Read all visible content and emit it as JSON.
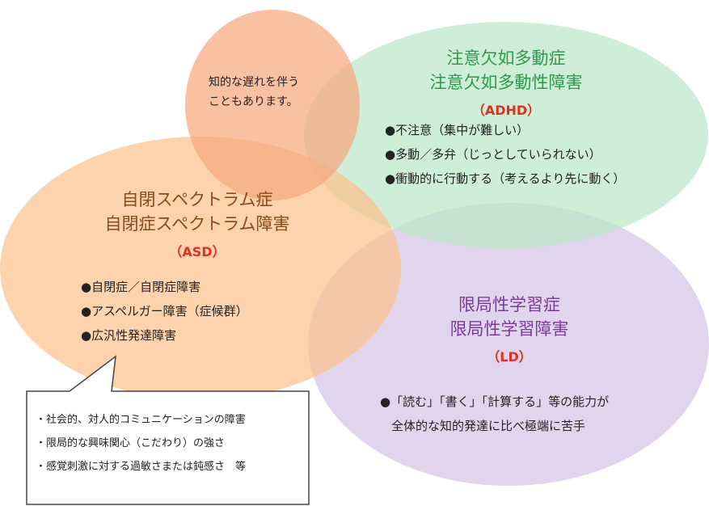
{
  "colors": {
    "intellectual": "#f7a87e",
    "adhd": "#bde7c8",
    "asd": "#fbc28e",
    "ld": "#d6c5e6",
    "adhd_title": "#2e9a4e",
    "asd_title": "#8a4a1a",
    "ld_title": "#7a3a9a",
    "abbr": "#e0301e"
  },
  "intellectual": {
    "note_lines": [
      "知的な遅れを伴う",
      "こともあります。"
    ]
  },
  "adhd": {
    "title_lines": [
      "注意欠如多動症",
      "注意欠如多動性障害"
    ],
    "abbr": "（ADHD）",
    "items": [
      "●不注意（集中が難しい）",
      "●多動／多弁（じっとしていられない）",
      "●衝動的に行動する（考えるより先に動く）"
    ]
  },
  "asd": {
    "title_lines": [
      "自閉スペクトラム症",
      "自閉症スペクトラム障害"
    ],
    "abbr": "（ASD）",
    "items": [
      "●自閉症／自閉症障害",
      "●アスペルガー障害（症候群）",
      "●広汎性発達障害"
    ]
  },
  "ld": {
    "title_lines": [
      "限局性学習症",
      "限局性学習障害"
    ],
    "abbr": "（LD）",
    "item_lines": [
      "●「読む」「書く」「計算する」等の能力が",
      "全体的な知的発達に比べ極端に苦手"
    ]
  },
  "callout": {
    "lines": [
      "・社会的、対人的コミュニケーションの障害",
      "・限局的な興味関心（こだわり）の強さ",
      "・感覚刺激に対する過敏さまたは鈍感さ　等"
    ]
  }
}
